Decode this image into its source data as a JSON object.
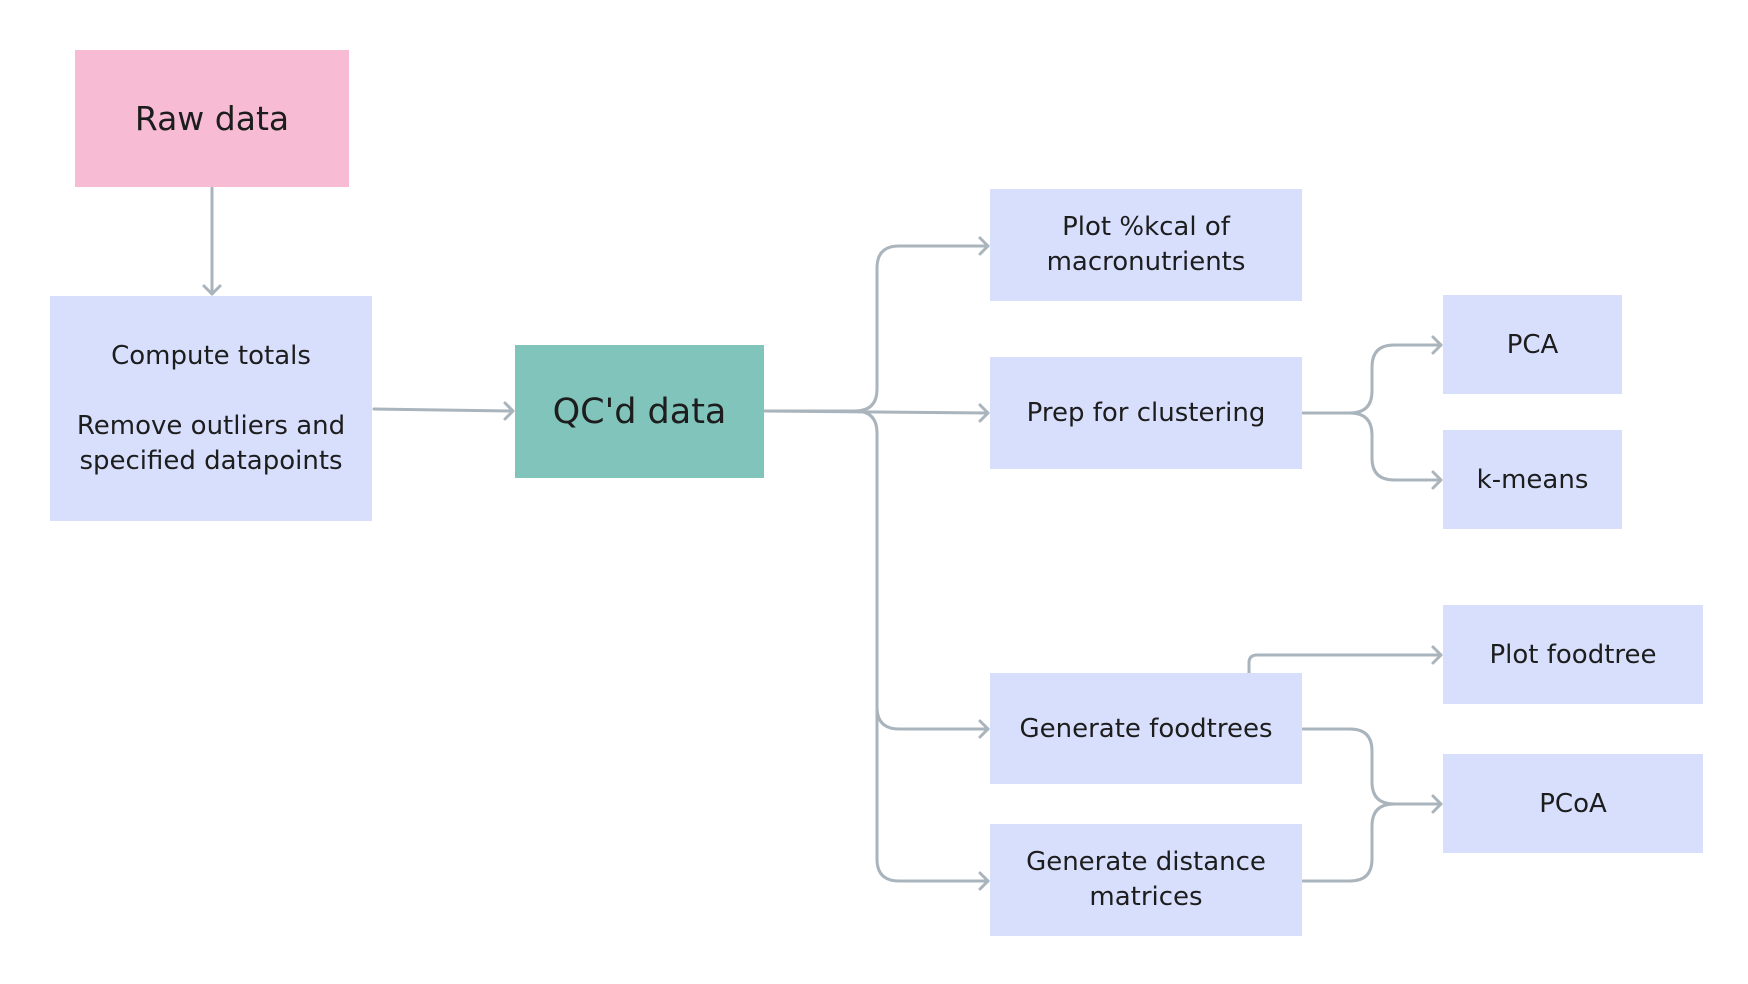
{
  "colors": {
    "raw": "#f7bcd3",
    "qc": "#80c4bb",
    "step": "#d8dffd",
    "connector": "#a9b4bd"
  },
  "nodes": {
    "raw": {
      "label": "Raw data"
    },
    "compute": {
      "line1": "Compute totals",
      "line2": "Remove outliers and",
      "line3": "specified datapoints"
    },
    "qc": {
      "label": "QC'd data"
    },
    "plot_kcal": {
      "line1": "Plot %kcal of",
      "line2": "macronutrients"
    },
    "prep": {
      "label": "Prep for clustering"
    },
    "pca": {
      "label": "PCA"
    },
    "kmeans": {
      "label": "k-means"
    },
    "plot_foodtree": {
      "label": "Plot foodtree"
    },
    "gen_foodtrees": {
      "label": "Generate foodtrees"
    },
    "gen_distance": {
      "line1": "Generate distance",
      "line2": "matrices"
    },
    "pcoa": {
      "label": "PCoA"
    }
  }
}
